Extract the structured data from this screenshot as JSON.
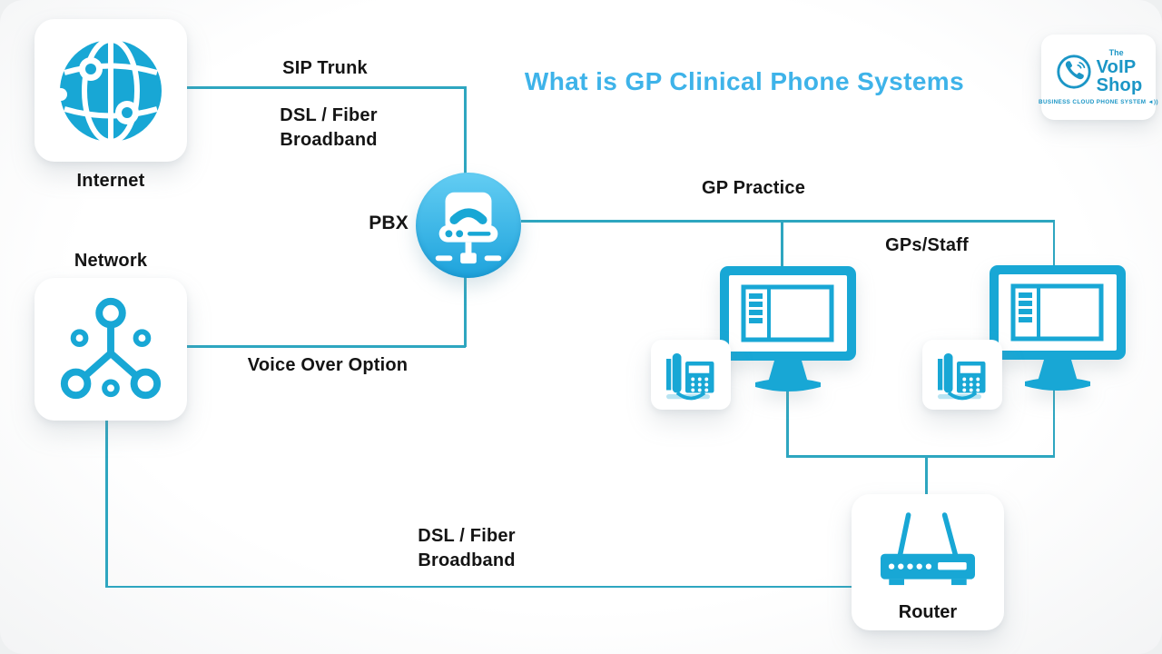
{
  "title": "What is GP Clinical Phone Systems",
  "colors": {
    "accent": "#18a7d5",
    "line": "#2ea6c0",
    "title": "#3eb3e9",
    "logo": "#1b96c6",
    "label": "#141414",
    "pbx-top": "#63cdf3",
    "pbx-bottom": "#1ea3dc"
  },
  "nodes": {
    "internet": {
      "label": "Internet"
    },
    "network": {
      "label": "Network"
    },
    "pbx": {
      "label": "PBX"
    },
    "router": {
      "label": "Router"
    },
    "gp_practice": {
      "label": "GP Practice"
    },
    "gps_staff": {
      "label": "GPs/Staff"
    }
  },
  "connections": {
    "sip_trunk": {
      "label": "SIP Trunk"
    },
    "dsl_top": {
      "line1": "DSL / Fiber",
      "line2": "Broadband"
    },
    "voice_over": {
      "label": "Voice Over Option"
    },
    "dsl_bottom": {
      "line1": "DSL / Fiber",
      "line2": "Broadband"
    }
  },
  "logo": {
    "the": "The",
    "voip": "VoIP",
    "shop": "Shop",
    "tagline": "BUSINESS CLOUD PHONE SYSTEM",
    "sound_icon": "◄))"
  }
}
